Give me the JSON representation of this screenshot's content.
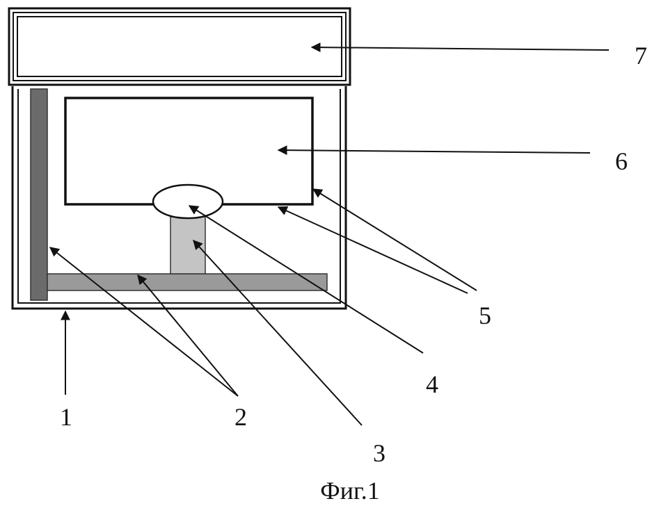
{
  "figure": {
    "caption": "Фиг.1",
    "labels": {
      "l1": "1",
      "l2": "2",
      "l3": "3",
      "l4": "4",
      "l5": "5",
      "l6": "6",
      "l7": "7"
    }
  },
  "colors": {
    "ink": "#111111",
    "wall": "#6b6b6b",
    "shelf": "#9a9a9a",
    "post": "#c4c4c4",
    "background": "#ffffff"
  }
}
